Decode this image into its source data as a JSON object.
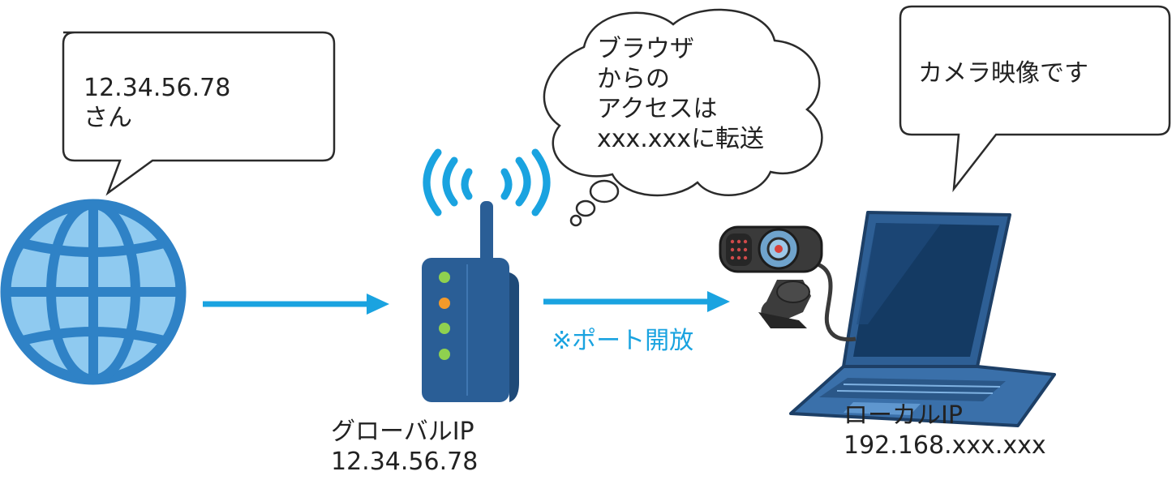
{
  "internet_bubble": {
    "line1": "12.34.56.78",
    "line2": "さん"
  },
  "thought_bubble": {
    "lines": [
      "ブラウザ",
      "からの",
      "アクセスは",
      "xxx.xxxに転送"
    ]
  },
  "camera_bubble": {
    "text": "カメラ映像です"
  },
  "router_label": {
    "line1": "グローバルIP",
    "line2": "12.34.56.78"
  },
  "laptop_label": {
    "line1": "ローカルIP",
    "line2": "192.168.xxx.xxx"
  },
  "port_note": {
    "text": "※ポート開放"
  },
  "colors": {
    "arrow": "#1aa3e0",
    "globe_fill": "#8fcaf0",
    "globe_lines": "#2f82c6",
    "router_body": "#2a5e96",
    "laptop_body": "#2e5f95",
    "laptop_screen": "#143a63",
    "led_green": "#8fd14f",
    "led_orange": "#f39a2b"
  },
  "icons": [
    "globe-icon",
    "wifi-router-icon",
    "webcam-icon",
    "laptop-icon",
    "arrow-right-icon"
  ]
}
